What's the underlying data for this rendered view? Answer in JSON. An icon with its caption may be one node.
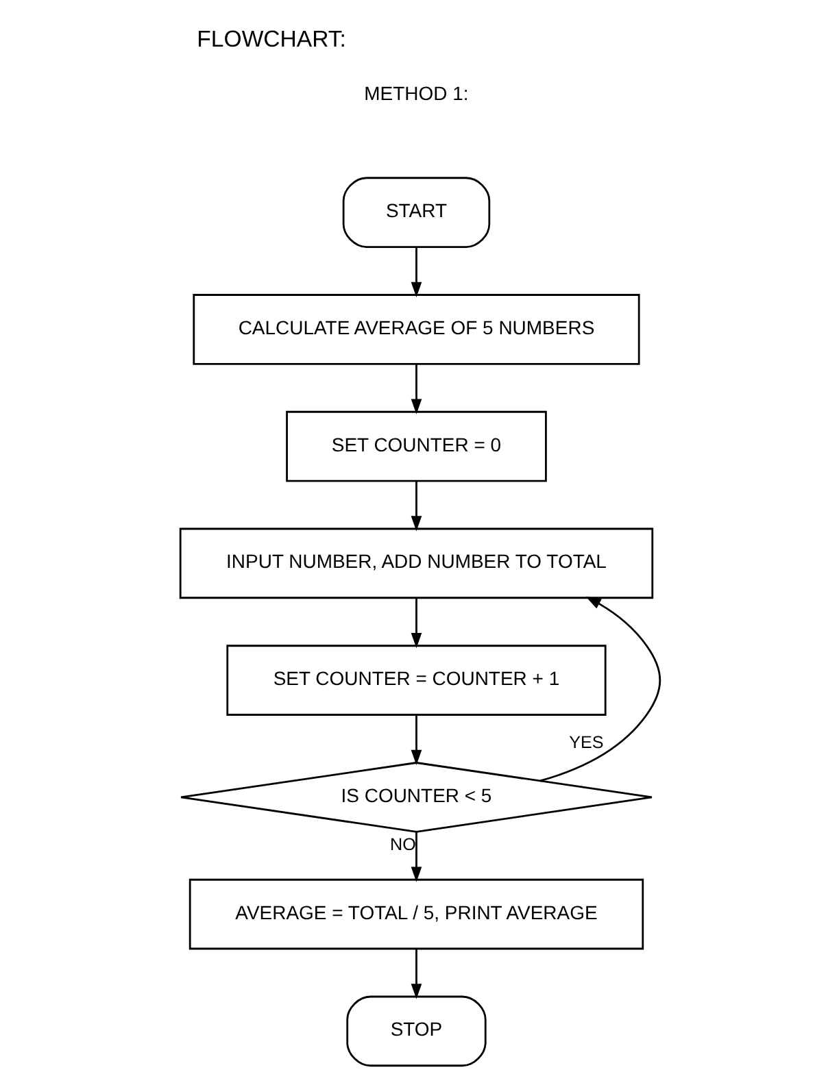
{
  "diagram": {
    "title": "FLOWCHART:",
    "nodes": [
      {
        "text": [
          "START"
        ]
      },
      {
        "text": [
          "CALCULATE AVERAGE OF 5 NUMBERS"
        ]
      },
      {
        "text": [
          "SET COUNTER = 0"
        ]
      },
      {
        "text": [
          "INPUT NUMBER, ADD NUMBER TO TOTAL"
        ]
      },
      {
        "text": [
          "SET COUNTER = COUNTER + 1"
        ]
      },
      {
        "text": [
          "IS COUNTER < 5"
        ]
      },
      {
        "text": [
          "AVERAGE = TOTAL / 5, PRINT AVERAGE"
        ]
      },
      {
        "text": [
          "STOP"
        ]
      }
    ],
    "edges": [
      {
        "from": 0,
        "to": 1,
        "arrow": "to"
      },
      {
        "from": 1,
        "to": 2,
        "arrow": "to"
      },
      {
        "from": 2,
        "to": 3,
        "arrow": "to"
      },
      {
        "from": 3,
        "to": 4,
        "arrow": "to"
      },
      {
        "from": 4,
        "to": 5,
        "arrow": "to"
      },
      {
        "from": 5,
        "to": 3,
        "arrow": "to",
        "label": "YES"
      },
      {
        "from": 5,
        "to": 6,
        "arrow": "to",
        "label": "NO"
      },
      {
        "from": 6,
        "to": 7,
        "arrow": "to"
      }
    ],
    "labels": [
      "METHOD 1:"
    ]
  }
}
